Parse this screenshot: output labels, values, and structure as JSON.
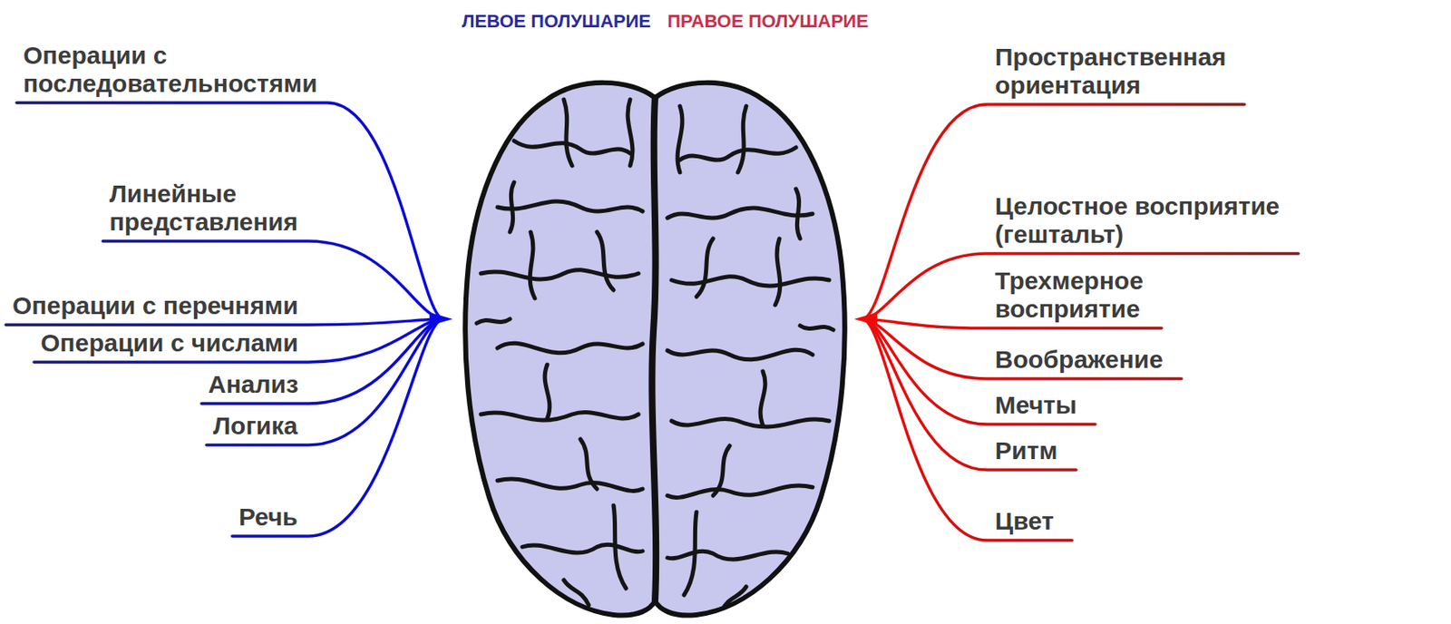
{
  "diagram": {
    "labels": [
      "ЛЕВОЕ ПОЛУШАРИЕ",
      "ПРАВОЕ ПОЛУШАРИЕ",
      "Операции с последовательностями",
      "Линейные представления",
      "Операции с перечнями",
      "Операции с числами",
      "Анализ",
      "Логика",
      "Речь",
      "Пространственная ориентация",
      "Целостное восприятие (гештальт)",
      "Трехмерное восприятие",
      "Воображение",
      "Мечты",
      "Ритм",
      "Цвет"
    ]
  }
}
